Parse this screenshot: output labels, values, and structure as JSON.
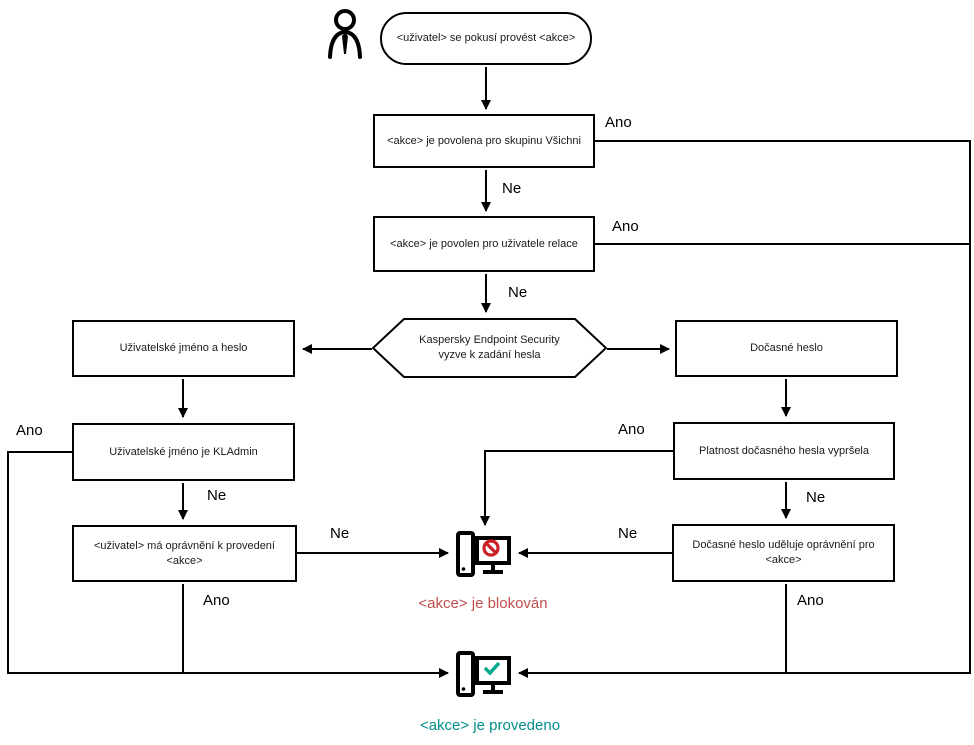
{
  "colors": {
    "blocked_text": "#bf4f4d",
    "blocked_icon": "#cb2026",
    "done_text": "#008e8a",
    "done_icon": "#00a88e",
    "line": "#000000"
  },
  "icons": {
    "user": "person-outline-icon",
    "blocked": "computer-prohibited-icon",
    "done": "computer-checkmark-icon"
  },
  "nodes": {
    "start": {
      "label": "<uživatel> se pokusí provést <akce>"
    },
    "allowed_group": {
      "label": "<akce> je povolena pro skupinu Všichni"
    },
    "allowed_session": {
      "label": "<akce> je povolen pro uživatele relace"
    },
    "prompt": {
      "label": "Kaspersky Endpoint Security vyzve k zadání hesla"
    },
    "username_password": {
      "label": "Uživatelské jméno a heslo"
    },
    "temp_password": {
      "label": "Dočasné heslo"
    },
    "is_kladmin": {
      "label": "Uživatelské jméno je KLAdmin"
    },
    "temp_expired": {
      "label": "Platnost dočasného hesla vypršela"
    },
    "user_has_permission": {
      "label": "<uživatel> má oprávnění k provedení <akce>"
    },
    "temp_grants": {
      "label": "Dočasné heslo uděluje oprávnění pro <akce>"
    },
    "blocked": {
      "label": "<akce> je blokován"
    },
    "done": {
      "label": "<akce> je provedeno"
    }
  },
  "edge_labels": {
    "allowed_group_yes": "Ano",
    "allowed_group_no": "Ne",
    "allowed_session_yes": "Ano",
    "allowed_session_no": "Ne",
    "kladmin_yes": "Ano",
    "kladmin_no": "Ne",
    "permission_no": "Ne",
    "permission_yes": "Ano",
    "expired_yes": "Ano",
    "expired_no": "Ne",
    "grants_no": "Ne",
    "grants_yes": "Ano"
  }
}
